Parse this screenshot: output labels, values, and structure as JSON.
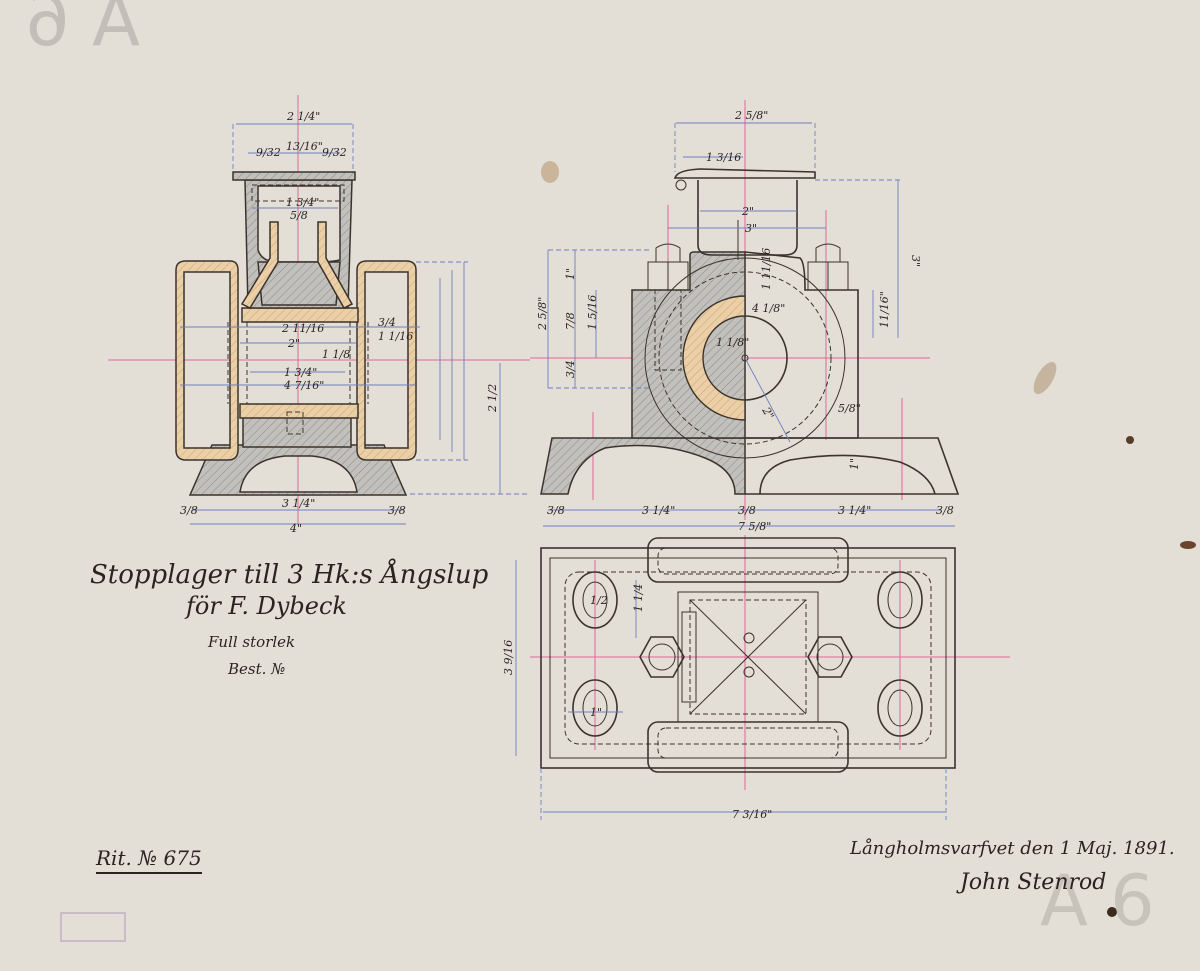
{
  "title": {
    "line1": "Stopplager till 3 Hk:s Ångslup",
    "line2": "för F. Dybeck",
    "scale": "Full storlek",
    "order": "Best. №"
  },
  "drawing_number": "Rit. № 675",
  "signature": {
    "place_date": "Långholmsvarfvet den 1 Maj. 1891.",
    "name": "John Stenrod"
  },
  "colors": {
    "paper": "#e3dfd6",
    "ink": "#3b332d",
    "section_hatch": "#b9b7b3",
    "bronze": "#e9c99c",
    "centerline": "#e0679a",
    "dimension": "#6f7fbf"
  },
  "dims": {
    "front": [
      "2 1/4\"",
      "13/16\"",
      "9/32",
      "9/32",
      "1 3/4\"",
      "5/8",
      "2 11/16",
      "2\"",
      "1 3/4\"",
      "4 7/16\"",
      "1 1/8",
      "3/4",
      "1 1/16",
      "3 1/4\"",
      "4\"",
      "3/8",
      "3/8",
      "2 1/2"
    ],
    "side": [
      "2 5/8\"",
      "1 3/16",
      "2\"",
      "3\"",
      "1\"",
      "2 5/8\"",
      "7/8",
      "1 5/16",
      "3/4",
      "4 1/8\"",
      "1 1/8\"",
      "1 11/16",
      "3\"",
      "11/16\"",
      "3 1/4\"",
      "3 1/4\"",
      "3/8",
      "3/8",
      "3/8",
      "7 5/8\"",
      "1\"",
      "2\"",
      "5/8\""
    ],
    "plan": [
      "1 1/4",
      "1/2",
      "1\"",
      "3 9/16",
      "7 3/16\""
    ]
  }
}
